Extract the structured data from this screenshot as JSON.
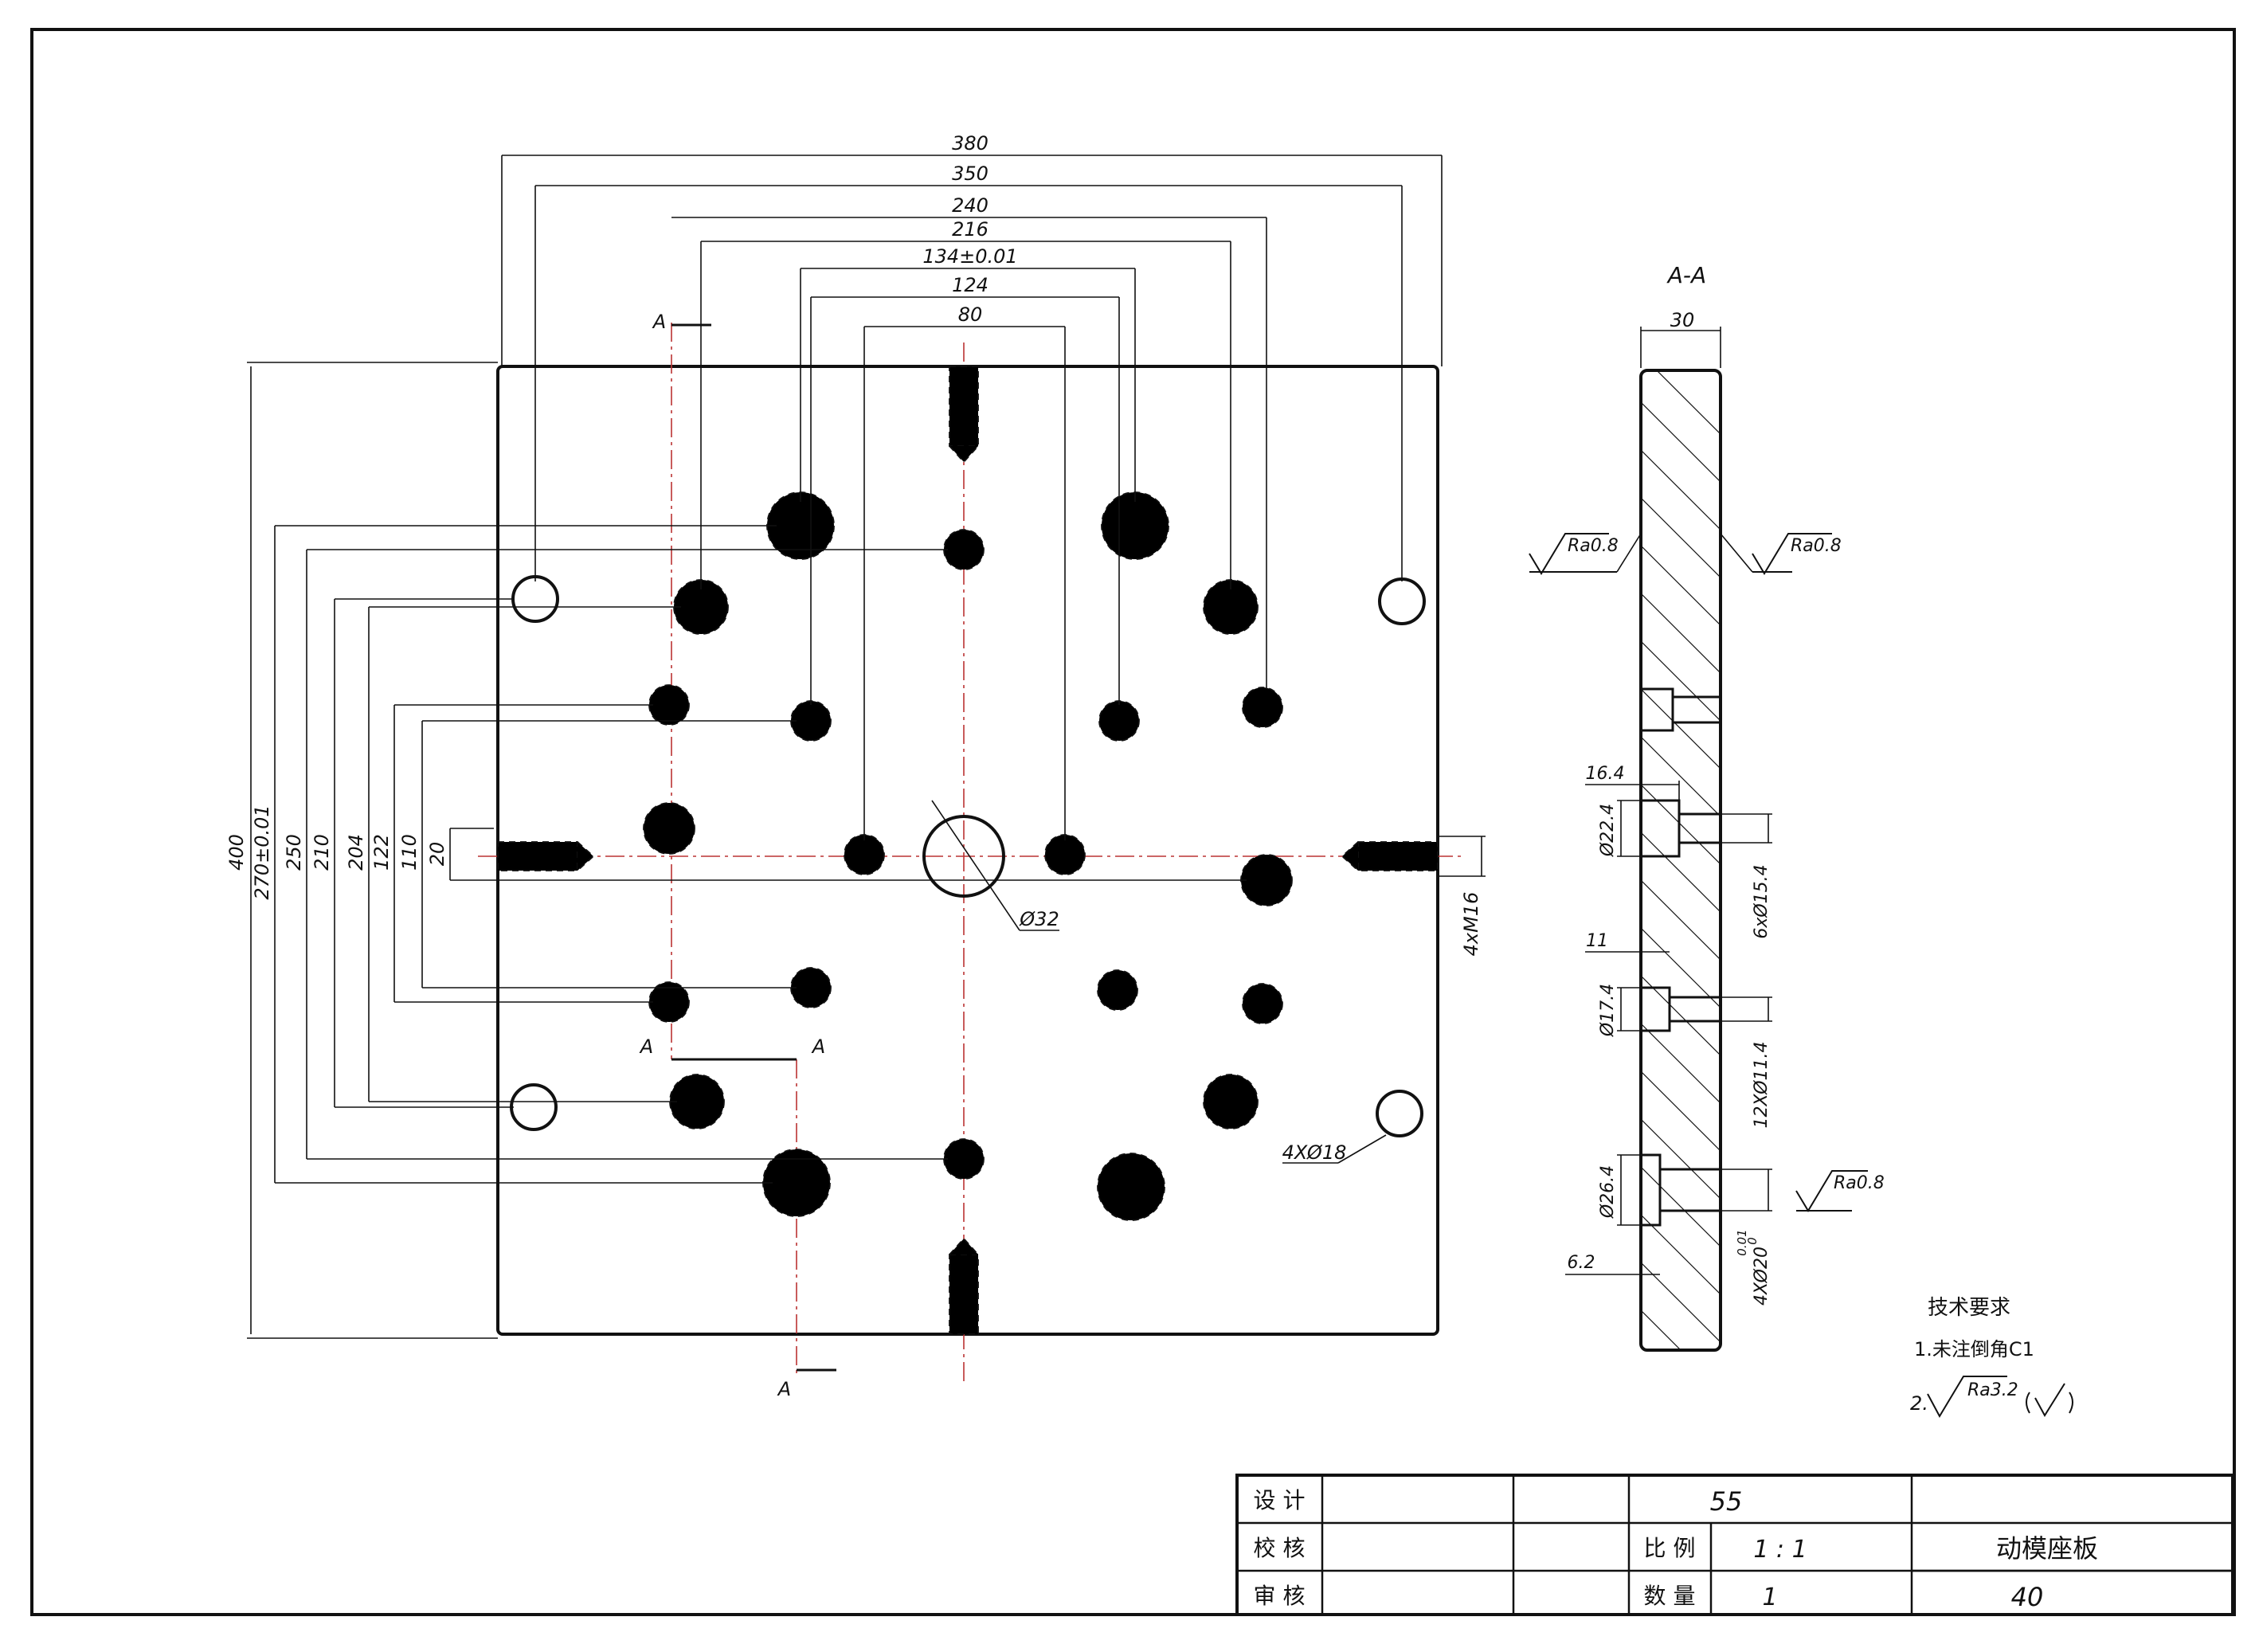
{
  "front_view": {
    "dims_horizontal": [
      "380",
      "350",
      "240",
      "216",
      "134±0.01",
      "124",
      "80"
    ],
    "dims_vertical": [
      "400",
      "270±0.01",
      "250",
      "210",
      "204",
      "122",
      "110",
      "20"
    ],
    "dia_center": "Ø32",
    "thread_callout": "4xM16",
    "hole_callout": "4XØ18",
    "section_letter": "A"
  },
  "section_view": {
    "title": "A-A",
    "thickness": "30",
    "roughness": "Ra0.8",
    "dims": [
      "16.4",
      "Ø22.4",
      "6xØ15.4",
      "11",
      "Ø17.4",
      "12XØ11.4",
      "Ø26.4",
      "4XØ20",
      "6.2"
    ],
    "tolerance_upper": "0.01",
    "tolerance_lower": "0"
  },
  "tech_requirements": {
    "title": "技术要求",
    "item1": "1.未注倒角C1",
    "item2_prefix": "2.",
    "item2_ra": "Ra3.2"
  },
  "title_block": {
    "label_design": "设 计",
    "label_check": "校 核",
    "label_review": "审 核",
    "material": "55",
    "label_scale": "比 例",
    "scale_value": "1 : 1",
    "label_quantity": "数 量",
    "quantity_value": "1",
    "part_name": "动模座板",
    "drawing_no": "40"
  }
}
